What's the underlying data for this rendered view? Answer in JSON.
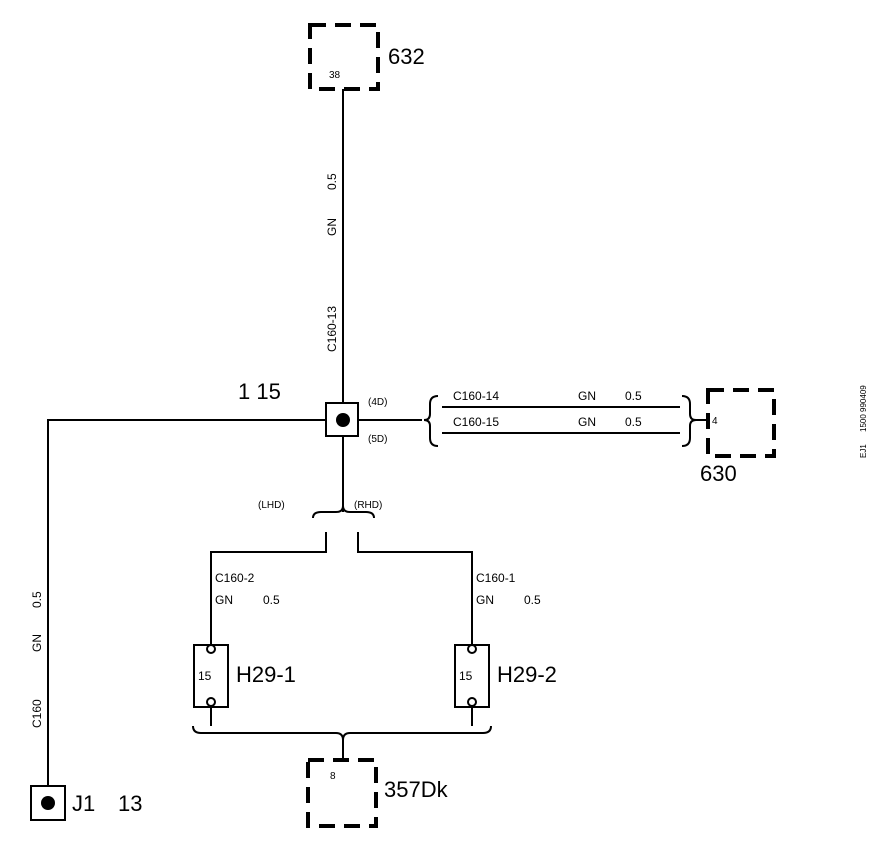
{
  "connectors": {
    "c632": {
      "id": "632",
      "pin": "38"
    },
    "c630": {
      "id": "630",
      "pin": "4"
    },
    "c357": {
      "id": "357Dk",
      "pin": "8"
    }
  },
  "splice": {
    "label": "1 15",
    "upper_note": "(4D)",
    "lower_note": "(5D)"
  },
  "wire_vertical_top": {
    "connector": "C160-13",
    "color": "GN",
    "gauge": "0.5"
  },
  "wire_right_1": {
    "connector": "C160-14",
    "color": "GN",
    "gauge": "0.5"
  },
  "wire_right_2": {
    "connector": "C160-15",
    "color": "GN",
    "gauge": "0.5"
  },
  "wire_left": {
    "connector": "C160",
    "color": "GN",
    "gauge": "0.5"
  },
  "branch": {
    "lhd": "(LHD)",
    "rhd": "(RHD)"
  },
  "wire_lhd": {
    "connector": "C160-2",
    "color": "GN",
    "gauge": "0.5"
  },
  "wire_rhd": {
    "connector": "C160-1",
    "color": "GN",
    "gauge": "0.5"
  },
  "heaters": {
    "h1": {
      "id": "H29-1",
      "pin": "15"
    },
    "h2": {
      "id": "H29-2",
      "pin": "15"
    }
  },
  "ground": {
    "id": "J1",
    "pin": "13"
  },
  "side_code": {
    "prefix": "EJ1",
    "number": "1500 990409"
  }
}
